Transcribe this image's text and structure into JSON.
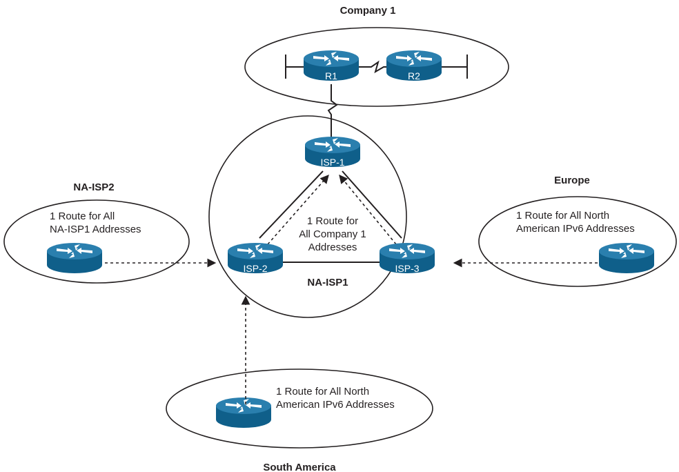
{
  "diagram": {
    "company1": {
      "title": "Company 1",
      "routers": [
        "R1",
        "R2"
      ]
    },
    "na_isp1": {
      "title": "NA-ISP1",
      "routers": [
        "ISP-1",
        "ISP-2",
        "ISP-3"
      ],
      "note": [
        "1 Route for",
        "All Company 1",
        "Addresses"
      ]
    },
    "na_isp2": {
      "title": "NA-ISP2",
      "note": [
        "1 Route for All",
        "NA-ISP1 Addresses"
      ]
    },
    "europe": {
      "title": "Europe",
      "note": [
        "1 Route for All North",
        "American IPv6 Addresses"
      ]
    },
    "south_america": {
      "title": "South America",
      "note": [
        "1 Route for All North",
        "American IPv6 Addresses"
      ]
    }
  },
  "colors": {
    "router": "#0f5f8a",
    "router_top": "#2a7fae",
    "line": "#231f20"
  }
}
